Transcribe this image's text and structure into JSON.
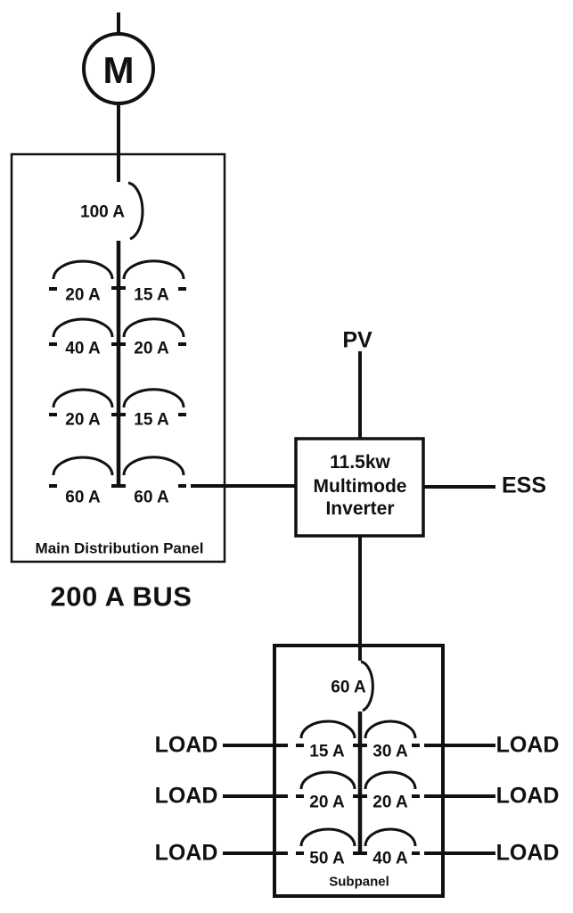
{
  "diagram": {
    "background": "#ffffff",
    "line_color": "#111111",
    "meter": {
      "label": "M"
    },
    "main_panel": {
      "title": "Main Distribution Panel",
      "bus_label": "200 A BUS",
      "main_breaker": "100 A",
      "branch_rows": [
        {
          "left": "20 A",
          "right": "15 A"
        },
        {
          "left": "40 A",
          "right": "20 A"
        },
        {
          "left": "20 A",
          "right": "15 A"
        },
        {
          "left": "60 A",
          "right": "60 A"
        }
      ]
    },
    "inverter": {
      "line1": "11.5kw",
      "line2": "Multimode",
      "line3": "Inverter",
      "pv_label": "PV",
      "ess_label": "ESS"
    },
    "subpanel": {
      "title": "Subpanel",
      "feeder_breaker": "60 A",
      "branch_rows": [
        {
          "left": "15 A",
          "right": "30 A",
          "left_load": "LOAD",
          "right_load": "LOAD"
        },
        {
          "left": "20 A",
          "right": "20 A",
          "left_load": "LOAD",
          "right_load": "LOAD"
        },
        {
          "left": "50 A",
          "right": "40 A",
          "left_load": "LOAD",
          "right_load": "LOAD"
        }
      ]
    }
  }
}
